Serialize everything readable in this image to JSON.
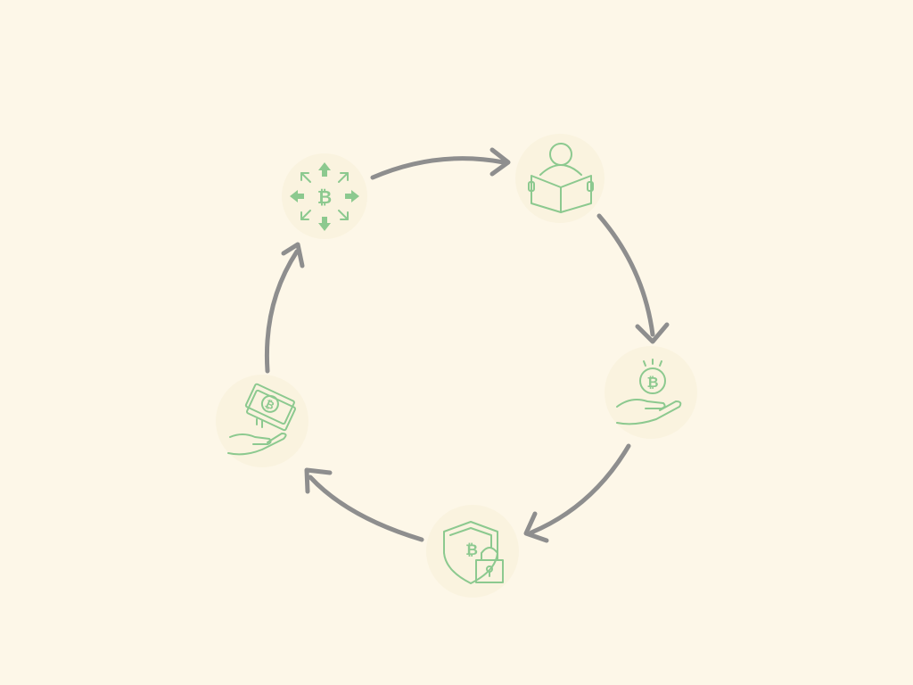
{
  "diagram": {
    "type": "cycle",
    "colors": {
      "background": "#fdf7e8",
      "node_background": "#faf3df",
      "icon": "#8cc98f",
      "arrow": "#8e8e8e"
    },
    "nodes": [
      {
        "icon": "bitcoin-distribute-arrows-icon",
        "symbol": "₿"
      },
      {
        "icon": "person-reading-book-icon"
      },
      {
        "icon": "hand-holding-bitcoin-coin-icon",
        "symbol": "₿"
      },
      {
        "icon": "bitcoin-shield-lock-icon",
        "symbol": "₿"
      },
      {
        "icon": "hand-receiving-bitcoin-cash-icon",
        "symbol": "₿"
      }
    ],
    "arrows": [
      {
        "from": 0,
        "to": 1
      },
      {
        "from": 1,
        "to": 2
      },
      {
        "from": 2,
        "to": 3
      },
      {
        "from": 3,
        "to": 4
      },
      {
        "from": 4,
        "to": 0
      }
    ]
  }
}
